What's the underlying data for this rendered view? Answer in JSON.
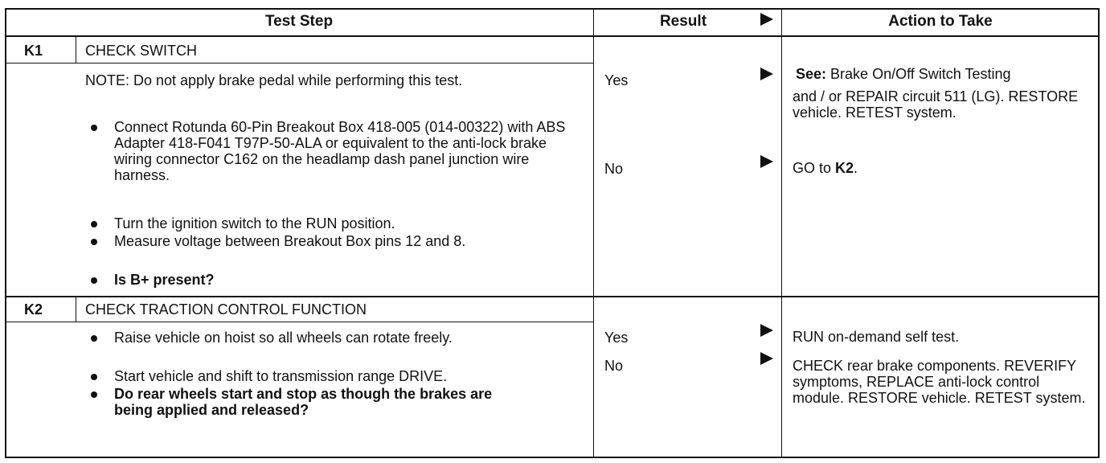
{
  "header": {
    "test_step": "Test Step",
    "result": "Result",
    "action": "Action to Take"
  },
  "k1": {
    "id": "K1",
    "title": "CHECK SWITCH",
    "note": "NOTE: Do not apply brake pedal while performing this test.",
    "bullets": [
      "Connect Rotunda 60-Pin Breakout Box 418-005 (014-00322) with ABS Adapter 418-F041 T97P-50-ALA or equivalent to the anti-lock brake wiring connector C162 on the headlamp dash panel junction wire harness.",
      "Turn the ignition switch to the RUN position.",
      "Measure voltage between Breakout Box pins 12 and 8.",
      "Is B+ present?"
    ],
    "result_yes": "Yes",
    "result_no": "No",
    "action_yes_bold": "See:",
    "action_yes_1": "Brake On/Off Switch Testing",
    "action_yes_2": "and / or   REPAIR circuit 511 (LG). RESTORE vehicle. RETEST system.",
    "action_no_prefix": "GO to",
    "action_no_bold": "K2",
    "action_no_suffix": "."
  },
  "k2": {
    "id": "K2",
    "title": "CHECK TRACTION CONTROL FUNCTION",
    "bullets": [
      "Raise vehicle on hoist so all wheels can rotate freely.",
      "Start vehicle and shift to transmission range DRIVE.",
      "Do rear wheels start and stop as though the brakes are being applied and released?"
    ],
    "result_yes": "Yes",
    "result_no": "No",
    "action_yes": "RUN on-demand self test.",
    "action_no": "CHECK rear brake components. REVERIFY symptoms, REPLACE anti-lock control module. RESTORE vehicle. RETEST system."
  },
  "icons": {
    "arrow": "right-triangle-arrow-icon",
    "bullet": "bullet-dot-icon"
  }
}
